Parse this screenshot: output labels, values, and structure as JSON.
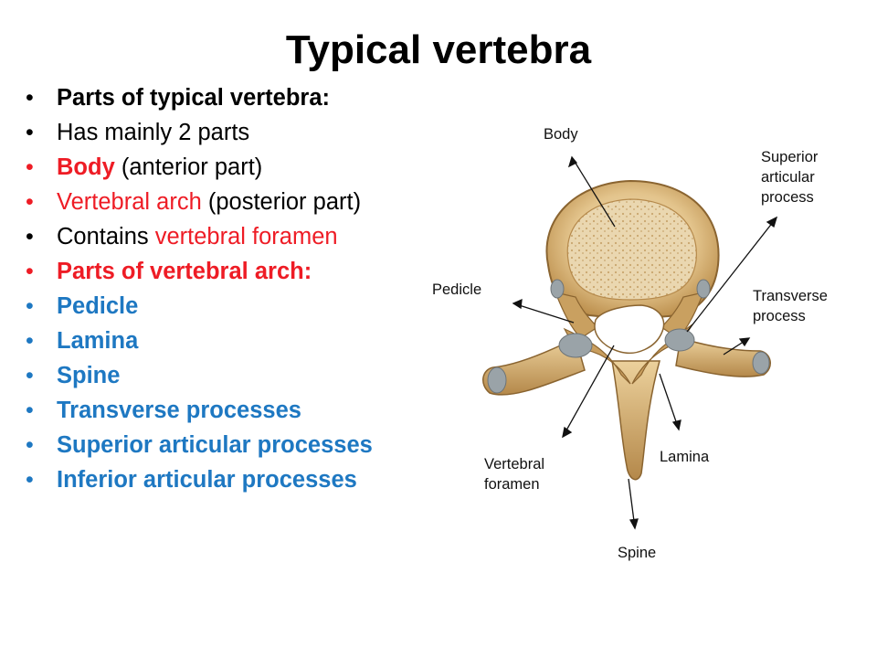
{
  "title": "Typical vertebra",
  "bullets": [
    {
      "segments": [
        {
          "text": "Parts of typical vertebra:",
          "color": "black",
          "bold": true
        }
      ],
      "dot": "black"
    },
    {
      "segments": [
        {
          "text": "Has mainly 2 parts",
          "color": "black",
          "bold": false
        }
      ],
      "dot": "black"
    },
    {
      "segments": [
        {
          "text": "Body",
          "color": "red",
          "bold": true
        },
        {
          "text": " (anterior part)",
          "color": "black",
          "bold": false
        }
      ],
      "dot": "red"
    },
    {
      "segments": [
        {
          "text": "Vertebral arch",
          "color": "red",
          "bold": false
        },
        {
          "text": " (posterior part)",
          "color": "black",
          "bold": false
        }
      ],
      "dot": "red"
    },
    {
      "segments": [
        {
          "text": "Contains ",
          "color": "black",
          "bold": false
        },
        {
          "text": "vertebral foramen",
          "color": "red",
          "bold": false
        }
      ],
      "dot": "black"
    },
    {
      "segments": [
        {
          "text": "Parts of vertebral arch:",
          "color": "red",
          "bold": true
        }
      ],
      "dot": "red"
    },
    {
      "segments": [
        {
          "text": "Pedicle",
          "color": "blue",
          "bold": true
        }
      ],
      "dot": "blue"
    },
    {
      "segments": [
        {
          "text": "Lamina",
          "color": "blue",
          "bold": true
        }
      ],
      "dot": "blue"
    },
    {
      "segments": [
        {
          "text": "Spine",
          "color": "blue",
          "bold": true
        }
      ],
      "dot": "blue"
    },
    {
      "segments": [
        {
          "text": "Transverse processes",
          "color": "blue",
          "bold": true
        }
      ],
      "dot": "blue"
    },
    {
      "segments": [
        {
          "text": "Superior articular processes",
          "color": "blue",
          "bold": true
        }
      ],
      "dot": "blue"
    },
    {
      "segments": [
        {
          "text": "Inferior articular processes",
          "color": "blue",
          "bold": true
        }
      ],
      "dot": "blue"
    }
  ],
  "figure_labels": {
    "body": "Body",
    "superior_articular": "Superior articular process",
    "pedicle": "Pedicle",
    "transverse": "Transverse process",
    "vertebral_foramen": "Vertebral foramen",
    "lamina": "Lamina",
    "spine": "Spine"
  },
  "colors": {
    "black": "#000000",
    "red": "#ee1c25",
    "blue": "#1e78c2",
    "bone": "#d9b67a",
    "bone_dark": "#a67c3e",
    "cartilage": "#9aa3a8"
  }
}
